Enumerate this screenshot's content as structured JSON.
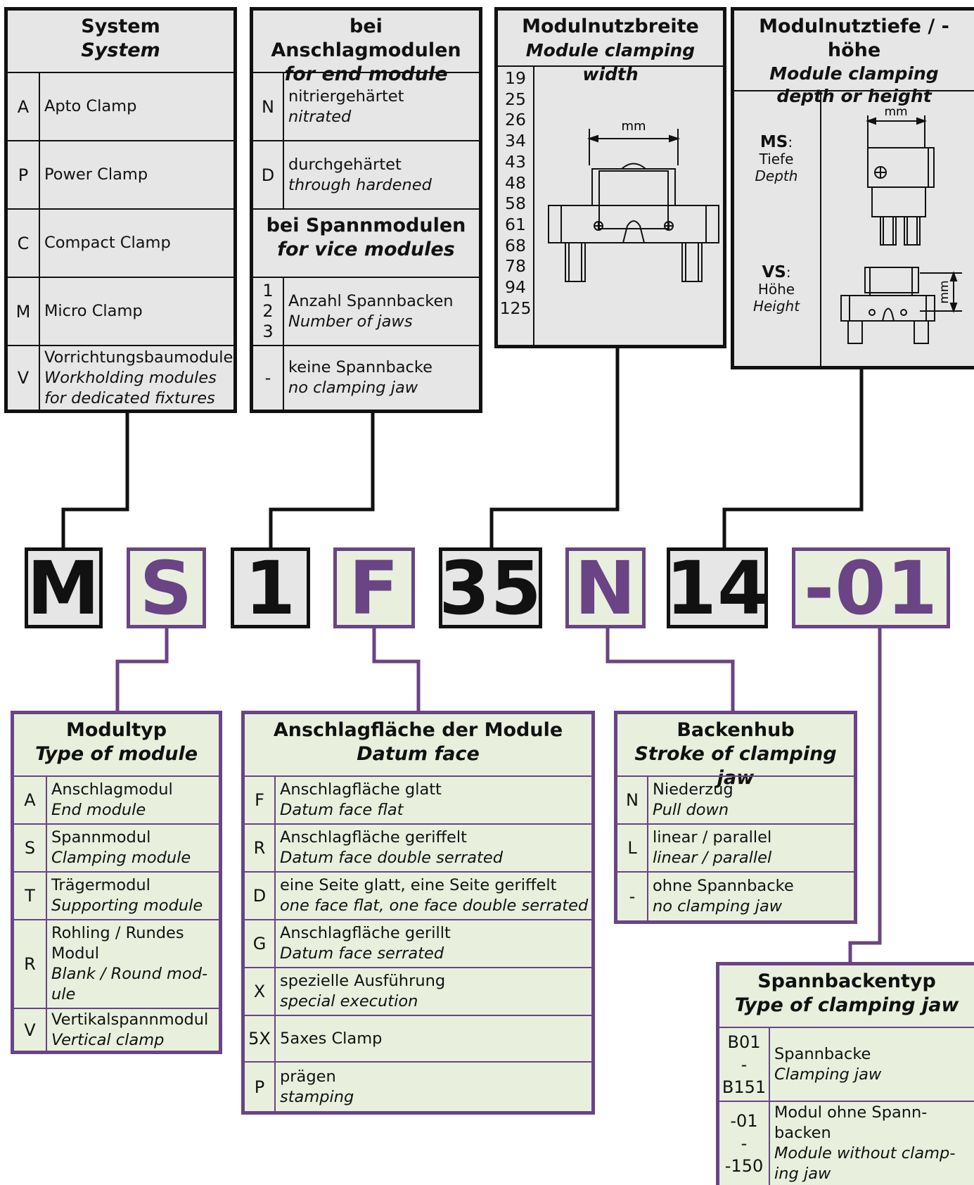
{
  "code": {
    "segments": [
      {
        "text": "M",
        "style": "grey"
      },
      {
        "text": "S",
        "style": "purple"
      },
      {
        "text": "1",
        "style": "grey"
      },
      {
        "text": "F",
        "style": "purple"
      },
      {
        "text": "35",
        "style": "grey"
      },
      {
        "text": "N",
        "style": "purple"
      },
      {
        "text": "14",
        "style": "grey"
      },
      {
        "text": "-01",
        "style": "purple"
      }
    ]
  },
  "system": {
    "title_de": "System",
    "title_en": "System",
    "rows": [
      {
        "code": "A",
        "de": "Apto Clamp"
      },
      {
        "code": "P",
        "de": "Power Clamp"
      },
      {
        "code": "C",
        "de": "Compact Clamp"
      },
      {
        "code": "M",
        "de": "Micro Clamp"
      },
      {
        "code": "V",
        "de": "Vorrichtungsbaumodule",
        "en": "Workholding modules for dedicated fixtures"
      }
    ]
  },
  "end_module": {
    "title_de": "bei Anschlagmodulen",
    "title_en": "for end module",
    "rows": [
      {
        "code": "N",
        "de": "nitriergehärtet",
        "en": "nitrated"
      },
      {
        "code": "D",
        "de": "durchgehärtet",
        "en": "through hardened"
      }
    ],
    "sub_title_de": "bei Spannmodulen",
    "sub_title_en": "for vice modules",
    "sub_rows": [
      {
        "code": "1\n2\n3",
        "de": "Anzahl Spannbacken",
        "en": "Number of jaws"
      },
      {
        "code": "-",
        "de": "keine Spannbacke",
        "en": "no clamping jaw"
      }
    ]
  },
  "width": {
    "title_de": "Modulnutzbreite",
    "title_en": "Module clamping width",
    "values": [
      "19",
      "25",
      "26",
      "34",
      "43",
      "48",
      "58",
      "61",
      "68",
      "78",
      "94",
      "125"
    ],
    "unit": "mm"
  },
  "depth": {
    "title_de": "Modulnutztiefe / -höhe",
    "title_en": "Module clamping depth or height",
    "ms_code": "MS",
    "ms_de": "Tiefe",
    "ms_en": "Depth",
    "vs_code": "VS",
    "vs_de": "Höhe",
    "vs_en": "Height",
    "unit": "mm",
    "colon": ":"
  },
  "module_type": {
    "title_de": "Modultyp",
    "title_en": "Type of module",
    "rows": [
      {
        "code": "A",
        "de": "Anschlagmodul",
        "en": "End module"
      },
      {
        "code": "S",
        "de": "Spannmodul",
        "en": "Clamping module"
      },
      {
        "code": "T",
        "de": "Trägermodul",
        "en": "Supporting module"
      },
      {
        "code": "R",
        "de": "Rohling / Rundes Modul",
        "en": "Blank / Round mod-ule"
      },
      {
        "code": "V",
        "de": "Vertikalspannmodul",
        "en": "Vertical clamp"
      }
    ]
  },
  "datum_face": {
    "title_de": "Anschlagfläche der Module",
    "title_en": "Datum face",
    "rows": [
      {
        "code": "F",
        "de": "Anschlagfläche glatt",
        "en": "Datum face flat"
      },
      {
        "code": "R",
        "de": "Anschlagfläche geriffelt",
        "en": "Datum face double serrated"
      },
      {
        "code": "D",
        "de": "eine Seite glatt, eine Seite geriffelt",
        "en": "one face flat, one face double serrated"
      },
      {
        "code": "G",
        "de": "Anschlagfläche gerillt",
        "en": "Datum face serrated"
      },
      {
        "code": "X",
        "de": "spezielle Ausführung",
        "en": "special execution"
      },
      {
        "code": "5X",
        "de": "5axes Clamp"
      },
      {
        "code": "P",
        "de": "prägen",
        "en": "stamping"
      }
    ]
  },
  "stroke": {
    "title_de": "Backenhub",
    "title_en": "Stroke of clamping jaw",
    "rows": [
      {
        "code": "N",
        "de": "Niederzug",
        "en": "Pull down"
      },
      {
        "code": "L",
        "de": "linear / parallel",
        "en": "linear / parallel"
      },
      {
        "code": "-",
        "de": "ohne Spannbacke",
        "en": "no clamping jaw"
      }
    ]
  },
  "jaw_type": {
    "title_de": "Spannbackentyp",
    "title_en": "Type of clamping jaw",
    "rows": [
      {
        "code": "B01\n-\nB151",
        "de": "Spannbacke",
        "en": "Clamping jaw"
      },
      {
        "code": "-01\n-\n-150",
        "de": "Modul ohne Spann-backen",
        "en": "Module without clamp-ing jaw"
      }
    ]
  },
  "colors": {
    "purple": "#6a4484",
    "grey_fill": "#e6e6e6",
    "green_fill": "#e8f0dd",
    "line": "#111111"
  }
}
